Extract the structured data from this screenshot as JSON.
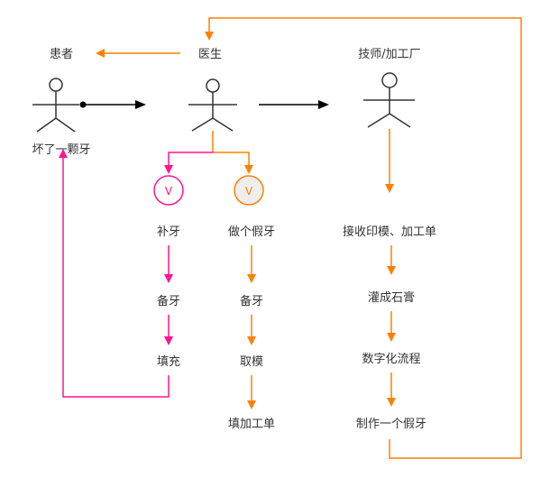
{
  "colors": {
    "orange": "#ff8000",
    "pink": "#ff1493",
    "black": "#000000",
    "actor": "#333333",
    "decision_fill_orange": "#eeeeee",
    "decision_fill_pink": "#ffffff"
  },
  "actors": {
    "patient": {
      "title": "患者",
      "caption": "坏了一颗牙"
    },
    "doctor": {
      "title": "医生"
    },
    "technician": {
      "title": "技师/加工厂"
    }
  },
  "decisions": {
    "fill_tooth": {
      "symbol": "V"
    },
    "make_denture": {
      "symbol": "V"
    }
  },
  "branches": {
    "fill_tooth": {
      "steps": [
        "补牙",
        "备牙",
        "填充"
      ]
    },
    "make_denture": {
      "steps": [
        "做个假牙",
        "备牙",
        "取模",
        "填加工单"
      ]
    },
    "lab": {
      "steps": [
        "接收印模、加工单",
        "灌成石膏",
        "数字化流程",
        "制作一个假牙"
      ]
    }
  }
}
